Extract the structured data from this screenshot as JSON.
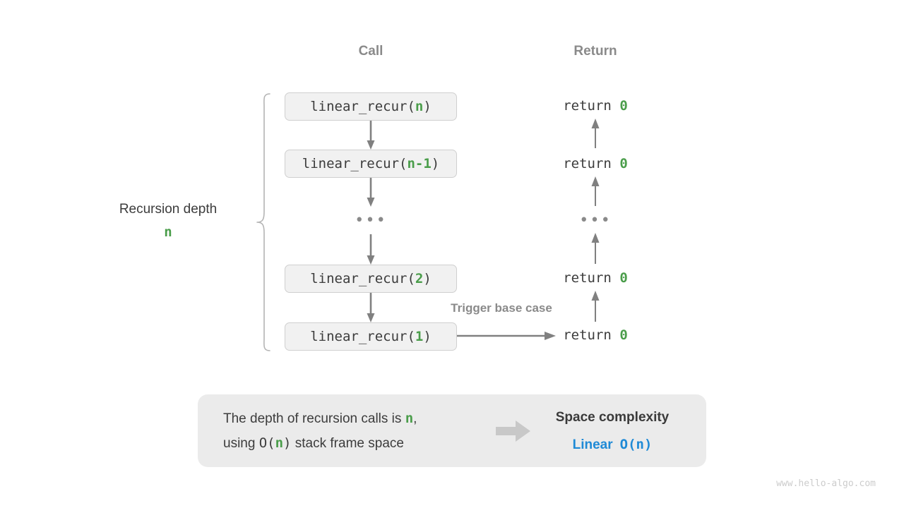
{
  "columns": {
    "call_label": "Call",
    "return_label": "Return"
  },
  "depth": {
    "label": "Recursion depth",
    "value": "n"
  },
  "frames": [
    {
      "name": "linear_recur(",
      "arg": "n",
      "close": ")",
      "ret_prefix": "return ",
      "ret_value": "0"
    },
    {
      "name": "linear_recur(",
      "arg": "n-1",
      "close": ")",
      "ret_prefix": "return ",
      "ret_value": "0"
    },
    {
      "name": "linear_recur(",
      "arg": "2",
      "close": ")",
      "ret_prefix": "return ",
      "ret_value": "0"
    },
    {
      "name": "linear_recur(",
      "arg": "1",
      "close": ")",
      "ret_prefix": "return ",
      "ret_value": "0"
    }
  ],
  "ellipsis": "•••",
  "trigger": {
    "label": "Trigger base case"
  },
  "summary": {
    "line1_a": "The depth of recursion calls is ",
    "line1_n": "n",
    "line1_b": ",",
    "line2_a": "using ",
    "line2_o": "O(",
    "line2_n": "n",
    "line2_b": ")",
    "line2_c": " stack frame space",
    "title": "Space complexity",
    "value_word": "Linear",
    "value_mono": "O(n)"
  },
  "watermark": "www.hello-algo.com",
  "colors": {
    "green": "#4a9d4a",
    "blue": "#1f8ad6",
    "gray_text": "#3c3c3c",
    "gray_muted": "#8a8a8a",
    "box_fill": "#f1f1f1",
    "panel_fill": "#ebebeb",
    "arrow": "#808080",
    "block_arrow": "#c8c8c8"
  }
}
